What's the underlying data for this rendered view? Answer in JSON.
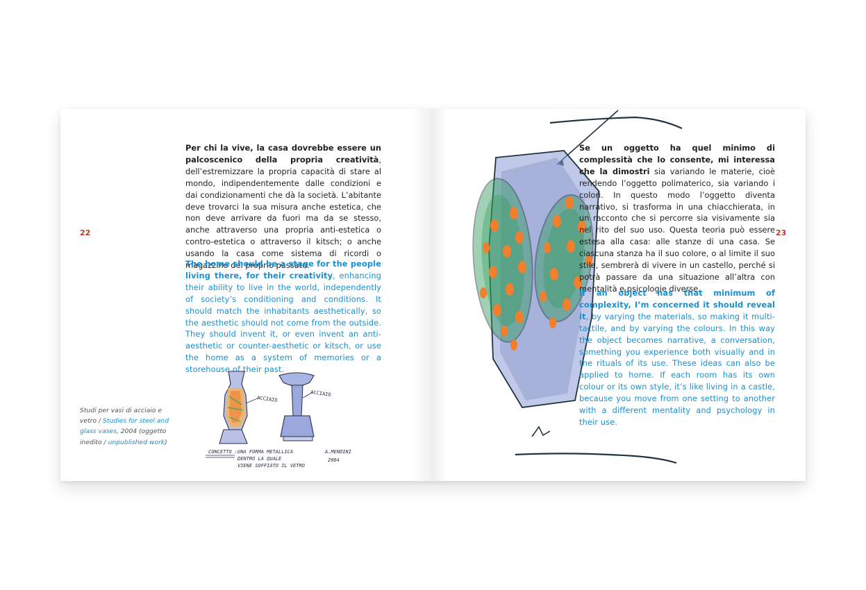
{
  "left_page": {
    "page_number": "22",
    "italian": {
      "bold": "Per chi la vive, la casa dovrebbe essere un palcoscenico della propria creatività",
      "rest": ", dell’estremizzare la propria capacità di stare al mondo, indipendentemente dalle condizioni e dai condizionamenti che dà la società. L’abitante deve trovarci la sua misura anche estetica, che non deve arrivare da fuori ma da se stesso, anche attraverso una propria anti-estetica o contro-estetica o attraverso il kitsch; o anche usando la casa come sistema di ricordi o magazzino del proprio passato."
    },
    "english": {
      "bold": "The home should be a stage for the people living there, for their creativity",
      "rest": ", enhancing their ability to live in the world, independently of society’s conditioning and conditions. It should match the inhabitants aesthetically, so the aesthetic should not come from the outside. They should invent it, or even invent an anti-aesthetic or counter-aesthetic or kitsch, or use the home as a system of memories or a storehouse of their past."
    },
    "caption": {
      "it_1": "Studi per vasi di acciaio e vetro",
      "sep_1": " / ",
      "en_1": "Studies for steel and glass vases",
      "it_2": ", 2004 (oggetto inedito",
      "sep_2": " / ",
      "en_2": "unpublished work",
      "close": ")"
    },
    "sketch_labels": {
      "label_1": "ACCIAIO",
      "label_2": "ACCIAIO",
      "concept_title": "CONCETTO :",
      "concept_line_1": "UNA FORMA METALLICA",
      "concept_line_2": "DENTRO LA QUALE",
      "concept_line_3": "VIENE SOFFIATO IL VETRO",
      "signature": "A.MENDINI",
      "year": "2004"
    }
  },
  "right_page": {
    "page_number": "23",
    "italian": {
      "bold": "Se un oggetto ha quel minimo di complessità che lo consente, mi interessa che la dimostri",
      "rest": " sia variando le materie, cioè rendendo l’oggetto polimaterico, sia variando i colori. In questo modo l’oggetto diventa narrativo, si trasforma in una chiacchierata, in un racconto che si percorre sia visivamente sia nel rito del suo uso. Questa teoria può essere estesa alla casa: alle stanze di una casa. Se ciascuna stanza ha il suo colore, o al limite il suo stile, sembrerà di vivere in un castello, perché si potrà passare da una situazione all’altra con mentalità e psicologie diverse."
    },
    "english": {
      "bold": "If an object has that minimum of complexity, I’m concerned it should reveal it",
      "rest": ", by varying the materials, so making it multi-tactile, and by varying the colours. In this way the object becomes narrative, a conversation, something you experience both visually and in the rituals of its use. These ideas can also be applied to home. If each room has its own colour or its own style, it’s like living in a castle, because you move from one setting to another with a different mentality and psychology in their use."
    }
  },
  "colors": {
    "text": "#231f20",
    "english_blue": "#1a8fd0",
    "page_number_red": "#c0392b",
    "sketch_orange": "#f07f2e",
    "sketch_green": "#2e9a5a",
    "sketch_blue": "#7f8fc8",
    "ink": "#1f3340"
  }
}
